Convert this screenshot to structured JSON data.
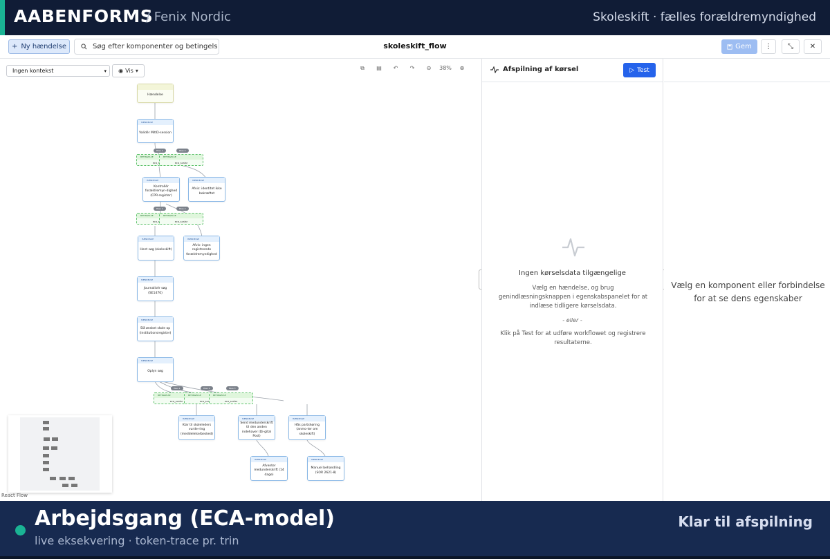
{
  "header": {
    "brand": "AABENFORMS",
    "brand_sub": "/ Fenix Nordic",
    "right_title": "Skoleskift · fælles forældremyndighed"
  },
  "toolbar": {
    "new_event": "Ny hændelse",
    "search_placeholder": "Søg efter komponenter og betingels",
    "flow_name": "skoleskift_flow",
    "save": "Gem"
  },
  "canvas": {
    "context_select": "Ingen kontekst",
    "view_button": "Vis",
    "zoom": "38%",
    "attribution": "React Flow",
    "nodes": [
      {
        "kind": "start",
        "header": "",
        "text": "Hændelse"
      },
      {
        "kind": "action",
        "header": "HÆNDELSE",
        "text": "Validér MitID-session"
      },
      {
        "kind": "action",
        "header": "HÆNDELSE",
        "text": "Kontrollér forældremyn-dighed (CPR-register)"
      },
      {
        "kind": "action",
        "header": "HÆNDELSE",
        "text": "Afvis: identitet ikke bekræftet"
      },
      {
        "kind": "action",
        "header": "HÆNDELSE",
        "text": "Hent søg (skoleskift)"
      },
      {
        "kind": "action",
        "header": "HÆNDELSE",
        "text": "Afvis: ingen registrerede forældremyndighed"
      },
      {
        "kind": "action",
        "header": "HÆNDELSE",
        "text": "Journalisér søg (SE1470)"
      },
      {
        "kind": "action",
        "header": "HÆNDELSE",
        "text": "Slå ønsket skole op (institutionsregister)"
      },
      {
        "kind": "action",
        "header": "HÆNDELSE",
        "text": "Oplyn søg"
      },
      {
        "kind": "action",
        "header": "HÆNDELSE",
        "text": "Klar til skoleleders vurde-ring (meddelelse/besked)"
      },
      {
        "kind": "action",
        "header": "HÆNDELSE",
        "text": "Send medunderskrift til den anden indehaver (Di-gital Post)"
      },
      {
        "kind": "action",
        "header": "HÆNDELSE",
        "text": "Hås partshøring (anmo-ter om skoleskift)"
      },
      {
        "kind": "action",
        "header": "HÆNDELSE",
        "text": "Afventer medunderskrift (14 dage)"
      },
      {
        "kind": "action",
        "header": "HÆNDELSE",
        "text": "Manuel behandling (SOR 2621-8)"
      }
    ],
    "conditions": [
      {
        "header": "BETINGELSE",
        "value": "eca_scalar"
      },
      {
        "header": "BETINGELSE",
        "value": "eca_scalar"
      },
      {
        "header": "BETINGELSE",
        "value": "eca_scalar"
      },
      {
        "header": "BETINGELSE",
        "value": "eca_scalar"
      },
      {
        "header": "BETINGELSE",
        "value": "eca_scalar"
      },
      {
        "header": "BETINGELSE",
        "value": "eca_scalar"
      },
      {
        "header": "BETINGELSE",
        "value": "eca_scalar"
      }
    ],
    "edge_pills": [
      "Pass 1",
      "Pass 2",
      "Pass 1",
      "Pass 2",
      "Pass 1",
      "Pass 2",
      "Pass 3"
    ]
  },
  "playback": {
    "title": "Afspilning af kørsel",
    "test_button": "Test",
    "empty_title": "Ingen kørselsdata tilgængelige",
    "empty_desc": "Vælg en hændelse, og brug genindlæsningsknappen i egenskabspanelet for at indlæse tidligere kørselsdata.",
    "or_text": "- eller -",
    "empty_desc2": "Klik på Test for at udføre workflowet og registrere resultaterne."
  },
  "properties": {
    "hint": "Vælg en komponent eller forbindelse for at se dens egenskaber"
  },
  "footer": {
    "title": "Arbejdsgang (ECA-model)",
    "subtitle": "live eksekvering · token-trace pr. trin",
    "status": "Klar til afspilning"
  },
  "colors": {
    "top_bar": "#101c36",
    "accent": "#1ab394",
    "footer": "#172a50",
    "primary_button": "#2563eb"
  }
}
